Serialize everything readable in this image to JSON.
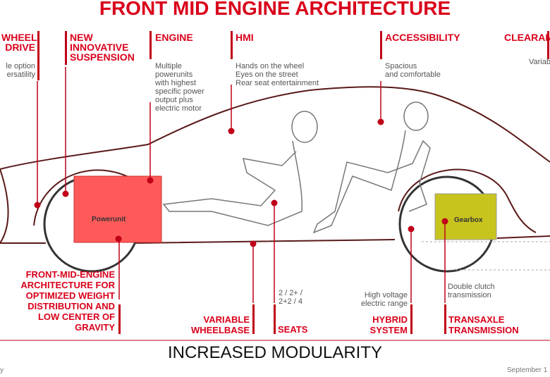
{
  "title": "FRONT MID ENGINE ARCHITECTURE",
  "top_labels": {
    "wheel_drive": {
      "line1": "WHEEL",
      "line2": "DRIVE",
      "desc1": "le option",
      "desc2": "ersatility"
    },
    "suspension": {
      "line1": "NEW",
      "line2": "INNOVATIVE",
      "line3": "SUSPENSION"
    },
    "engine": {
      "line1": "ENGINE",
      "desc": [
        "Multiple",
        "powerunits",
        "with highest",
        "specific power",
        "output plus",
        "electric motor"
      ]
    },
    "hmi": {
      "line1": "HMI",
      "desc": [
        "Hands on the wheel",
        "Eyes on the street",
        "Rear seat entertainment"
      ]
    },
    "accessibility": {
      "line1": "ACCESSIBILITY",
      "desc": [
        "Spacious",
        "and comfortable"
      ]
    },
    "clearance": {
      "line1": "CLEARANC",
      "desc1": "Variab"
    }
  },
  "components": {
    "powerunit": "Powerunit",
    "gearbox": "Gearbox"
  },
  "bottom_labels": {
    "architecture": [
      "FRONT-MID-ENGINE",
      "ARCHITECTURE FOR",
      "OPTIMIZED WEIGHT",
      "DISTRIBUTION AND",
      "LOW CENTER OF",
      "GRAVITY"
    ],
    "wheelbase": [
      "VARIABLE",
      "WHEELBASE"
    ],
    "seats": {
      "title": "SEATS",
      "desc": [
        "2 / 2+ /",
        "2+2 / 4"
      ]
    },
    "hybrid": {
      "title": [
        "HYBRID",
        "SYSTEM"
      ],
      "desc": [
        "High voltage",
        "electric range"
      ]
    },
    "transaxle": {
      "title": [
        "TRANSAXLE",
        "TRANSMISSION"
      ],
      "desc": [
        "Double clutch",
        "transmission"
      ]
    }
  },
  "footer": {
    "heading": "INCREASED MODULARITY",
    "left": "y",
    "right": "September 1"
  },
  "colors": {
    "accent": "#d9001b",
    "powerunit_fill": "#ff5a5a",
    "gearbox_fill": "#c8c41e"
  }
}
